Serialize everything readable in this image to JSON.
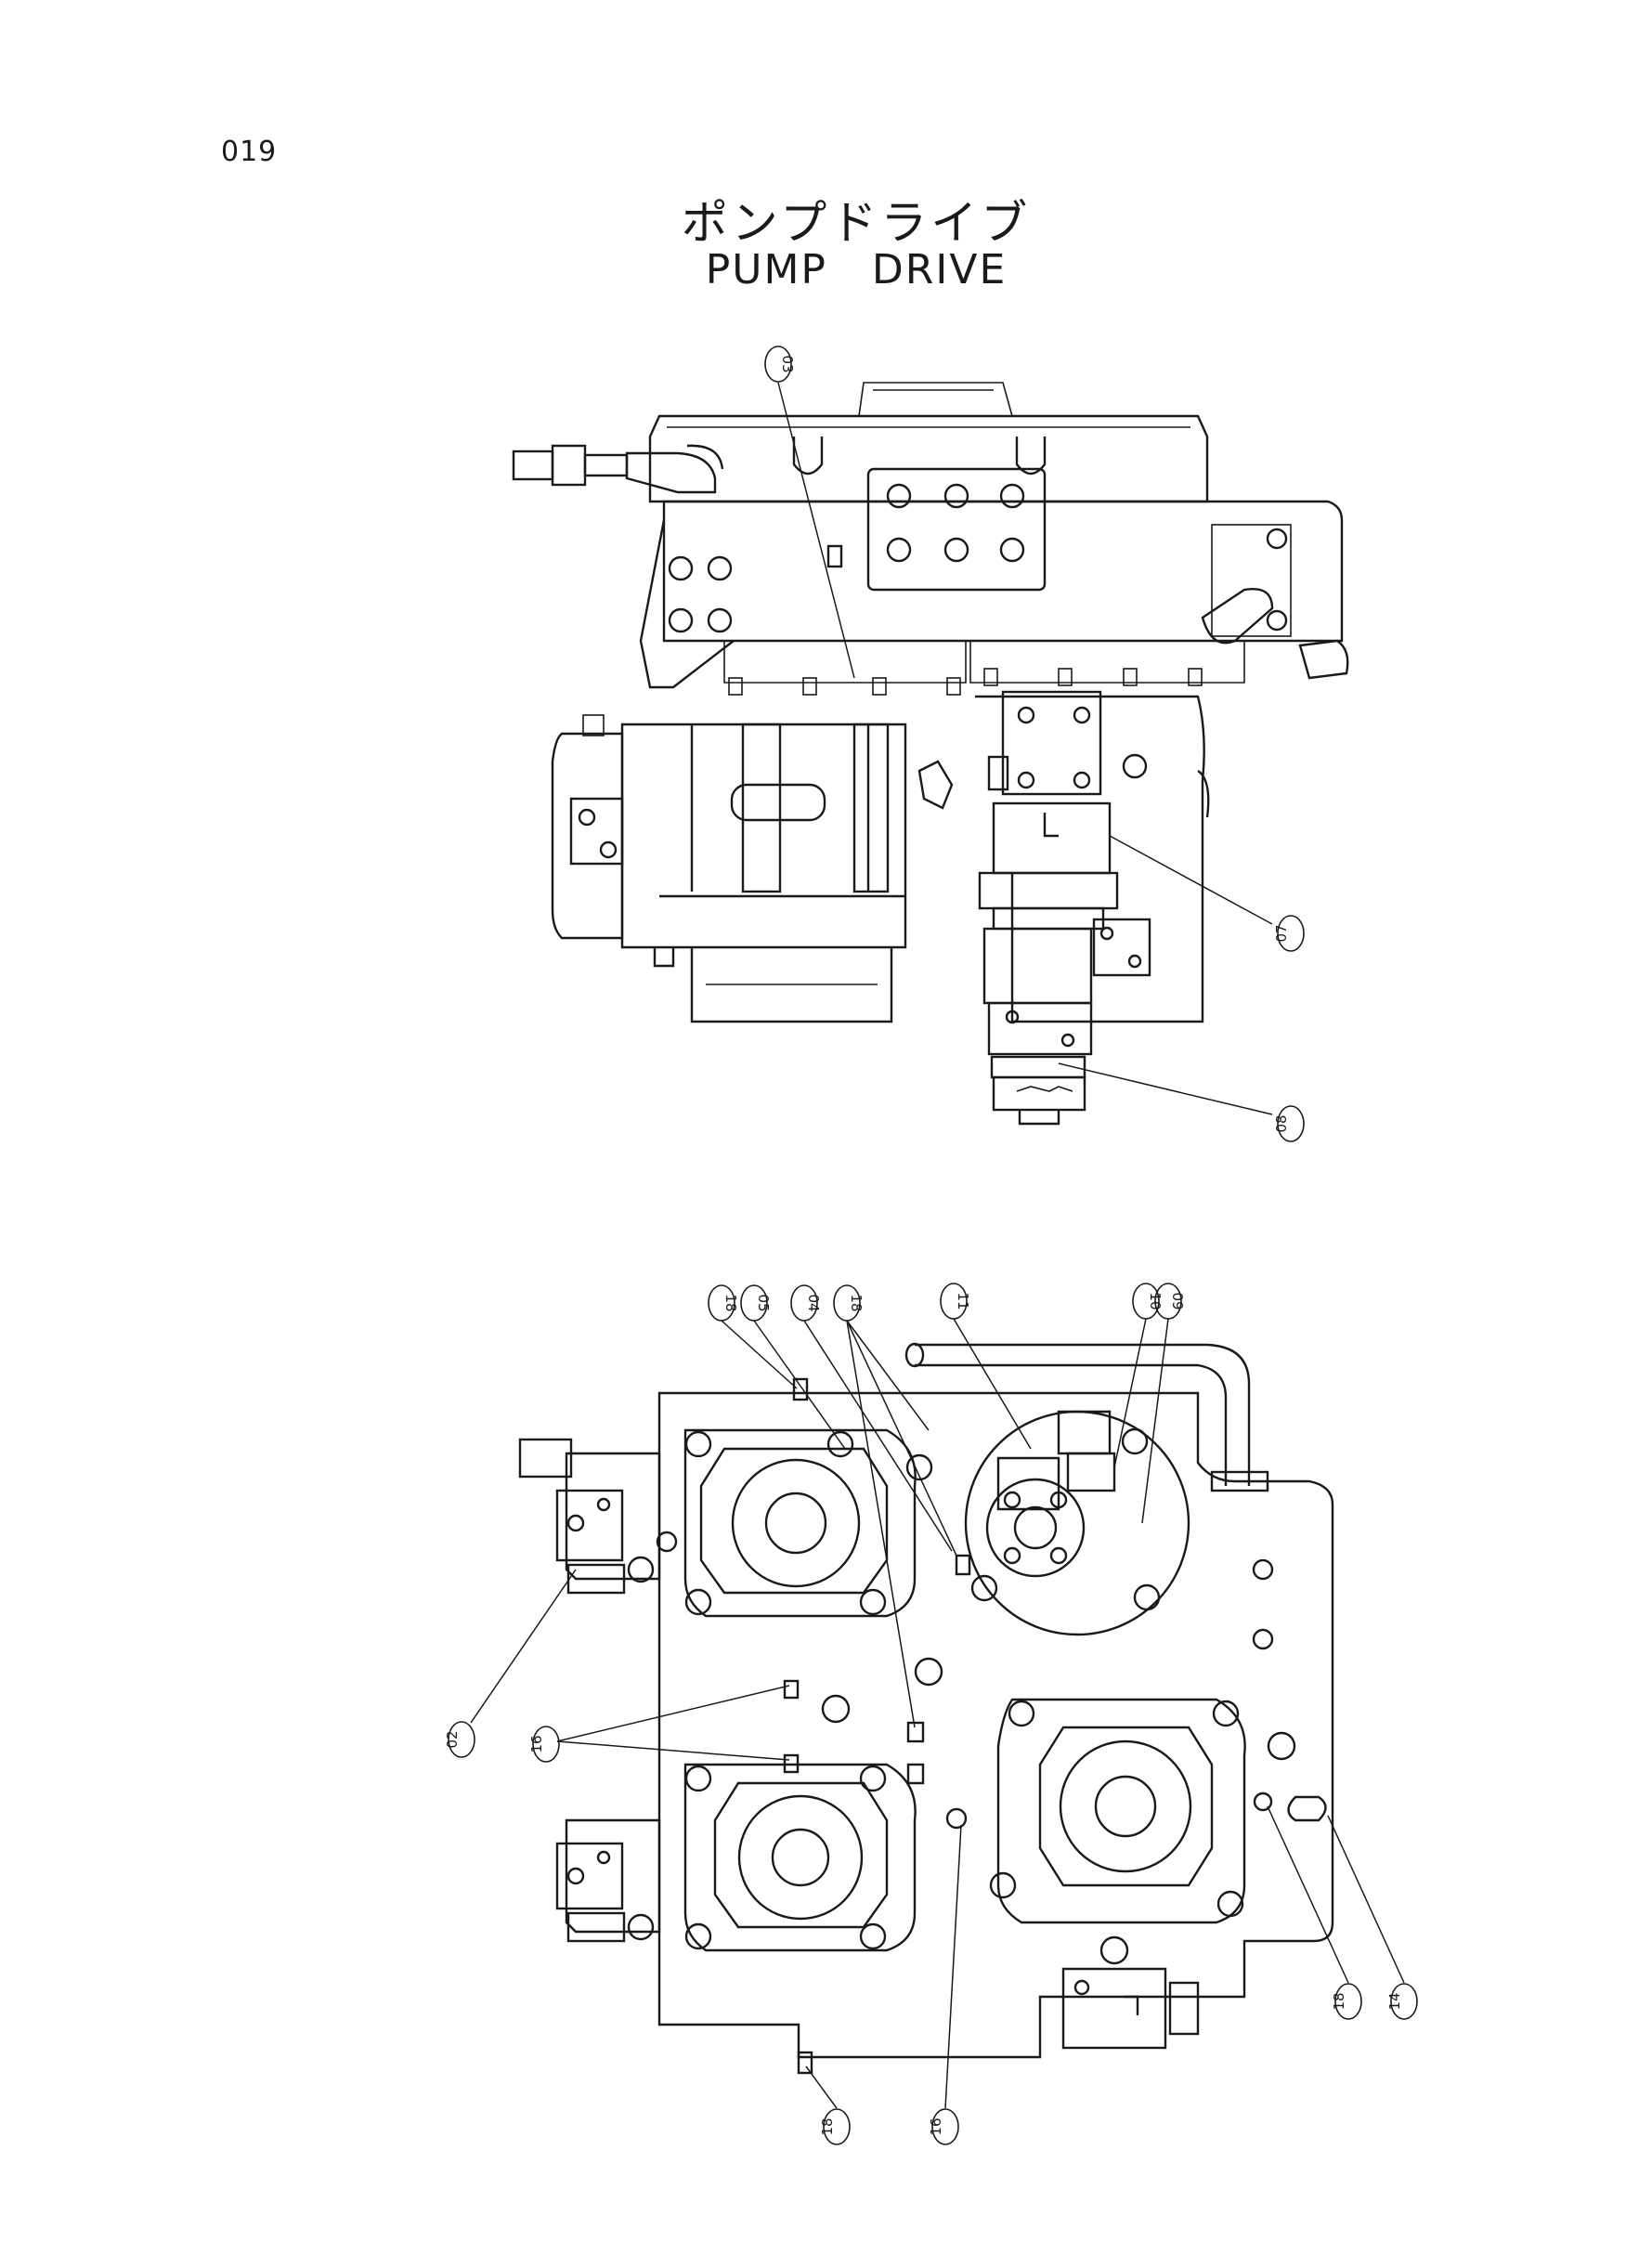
{
  "page": {
    "number": "019",
    "title_jp": "ポンプドライブ",
    "title_en": "PUMP   DRIVE"
  },
  "views": {
    "side": {
      "callouts": [
        "03",
        "07",
        "08"
      ]
    },
    "front": {
      "callouts": [
        "18",
        "05",
        "04",
        "18",
        "11",
        "10",
        "09",
        "02",
        "16",
        "18",
        "16",
        "18",
        "14"
      ]
    }
  },
  "colors": {
    "ink": "#1a1a1a",
    "paper": "#ffffff"
  }
}
